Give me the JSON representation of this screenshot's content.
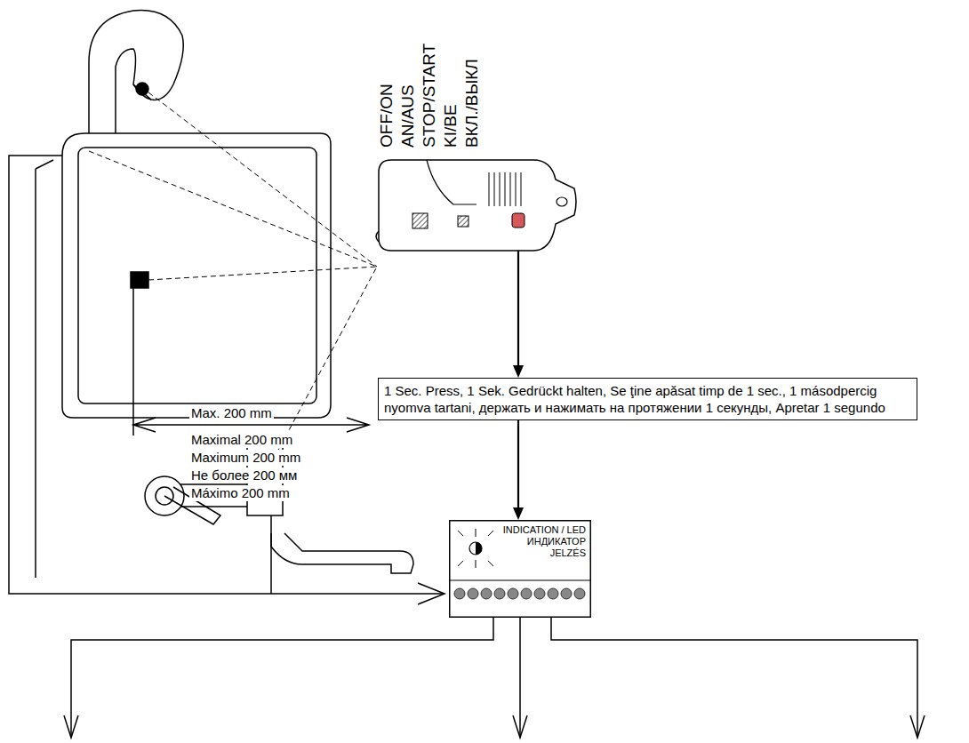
{
  "diagram": {
    "nodes": [
      {
        "text": [
          "OFF/ON",
          "AN/AUS",
          "STOP/START",
          "KI/BE",
          "ВКЛ./ВЫКЛ"
        ]
      },
      {
        "text": [
          "1 Sec. Press, 1 Sek. Gedrückt halten, Se ţine apăsat timp de 1 sec., 1 másodpercig nyomva tartani, держать и нажимать на протяжении 1 секунды, Apretar 1 segundo"
        ]
      },
      {
        "text": [
          "INDICATION / LED",
          "ИНДИКАТОР",
          "JELZÉS"
        ]
      }
    ],
    "edges": [
      {
        "from": 0,
        "to": 1,
        "arrow": "to"
      },
      {
        "from": 1,
        "to": 2,
        "arrow": "to"
      }
    ],
    "labels": [
      "Max. 200 mm",
      "Maximal 200 mm",
      "Maximum 200 mm",
      "Не более 200 мм",
      "Máximo 200 mm"
    ]
  }
}
